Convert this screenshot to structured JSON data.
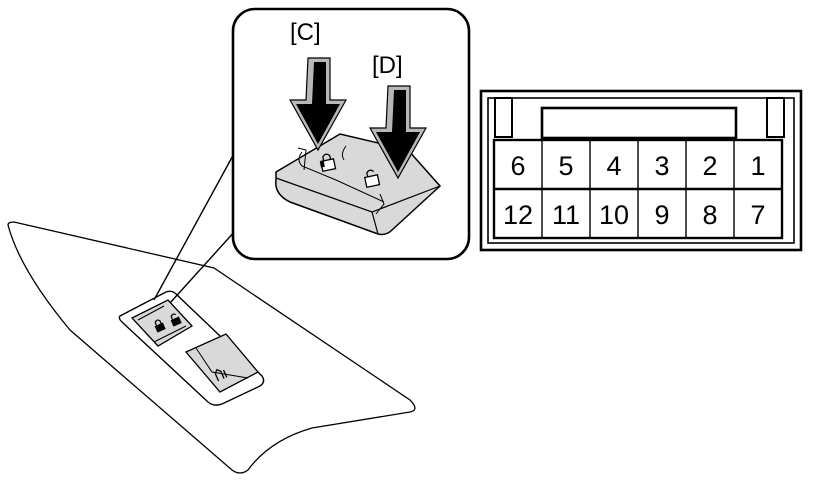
{
  "callouts": {
    "c": "[C]",
    "d": "[D]"
  },
  "connector": {
    "top_row": [
      "6",
      "5",
      "4",
      "3",
      "2",
      "1"
    ],
    "bottom_row": [
      "12",
      "11",
      "10",
      "9",
      "8",
      "7"
    ]
  },
  "colors": {
    "line": "#000000",
    "switch_fill": "#d9d9d9",
    "background": "#ffffff"
  },
  "icons": [
    "lock-icon",
    "unlock-icon",
    "press-arrow-icon",
    "window-switch-icon"
  ]
}
